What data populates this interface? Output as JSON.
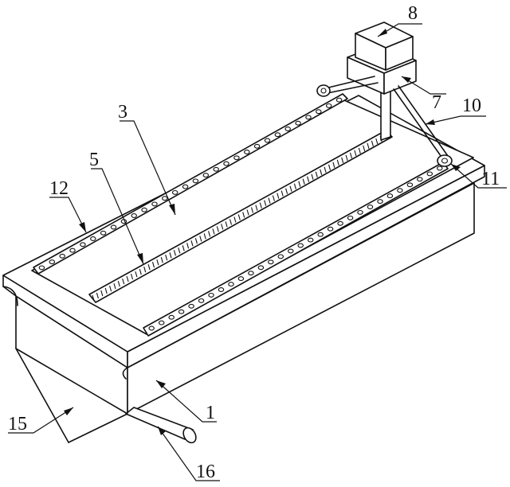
{
  "labels": {
    "l1": "1",
    "l3": "3",
    "l5": "5",
    "l7": "7",
    "l8": "8",
    "l10": "10",
    "l11": "11",
    "l12": "12",
    "l15": "15",
    "l16": "16"
  },
  "colors": {
    "line": "#111111",
    "background": "#ffffff"
  }
}
